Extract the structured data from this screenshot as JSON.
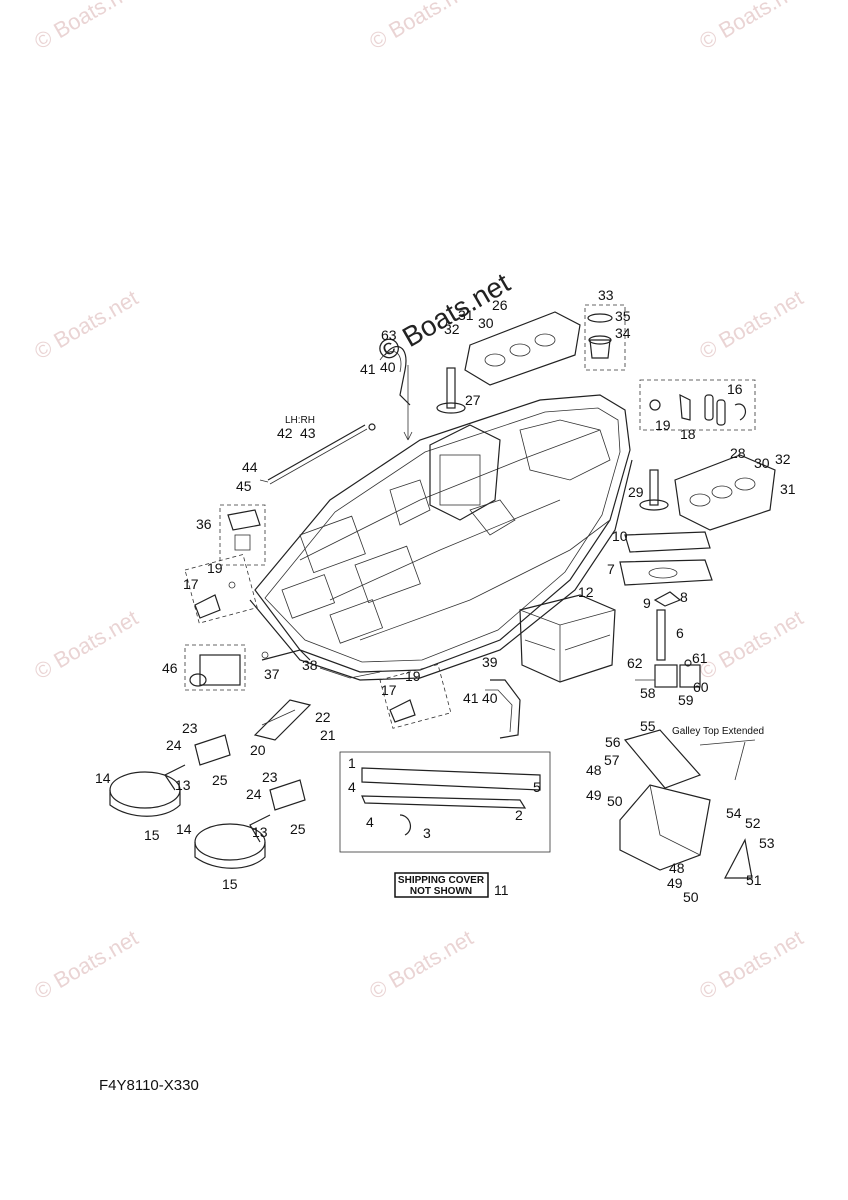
{
  "watermark": "© Boats.net",
  "diagram_code": "F4Y8110-X330",
  "galley_note": "Galley Top Extended",
  "lh_rh_note": "LH:RH",
  "shipping_note": [
    "SHIPPING COVER",
    "NOT SHOWN"
  ],
  "callouts": {
    "c1": "1",
    "c2": "2",
    "c3": "3",
    "c4a": "4",
    "c4b": "4",
    "c5": "5",
    "c6": "6",
    "c7": "7",
    "c8": "8",
    "c9": "9",
    "c10": "10",
    "c11": "11",
    "c12": "12",
    "c13a": "13",
    "c13b": "13",
    "c14a": "14",
    "c14b": "14",
    "c15a": "15",
    "c15b": "15",
    "c16": "16",
    "c17a": "17",
    "c17b": "17",
    "c18": "18",
    "c19a": "19",
    "c19b": "19",
    "c19c": "19",
    "c20": "20",
    "c21": "21",
    "c22": "22",
    "c23a": "23",
    "c23b": "23",
    "c24a": "24",
    "c24b": "24",
    "c25a": "25",
    "c25b": "25",
    "c26": "26",
    "c27": "27",
    "c28": "28",
    "c29": "29",
    "c30a": "30",
    "c30b": "30",
    "c31a": "31",
    "c31b": "31",
    "c32a": "32",
    "c32b": "32",
    "c33": "33",
    "c34": "34",
    "c35": "35",
    "c36": "36",
    "c37": "37",
    "c38": "38",
    "c39": "39",
    "c40a": "40",
    "c40b": "40",
    "c41a": "41",
    "c41b": "41",
    "c42": "42",
    "c43": "43",
    "c44": "44",
    "c45": "45",
    "c46": "46",
    "c48a": "48",
    "c48b": "48",
    "c49a": "49",
    "c49b": "49",
    "c50a": "50",
    "c50b": "50",
    "c51": "51",
    "c52": "52",
    "c53": "53",
    "c54": "54",
    "c55": "55",
    "c56": "56",
    "c57": "57",
    "c58": "58",
    "c59": "59",
    "c60": "60",
    "c61": "61",
    "c62": "62",
    "c63": "63"
  }
}
